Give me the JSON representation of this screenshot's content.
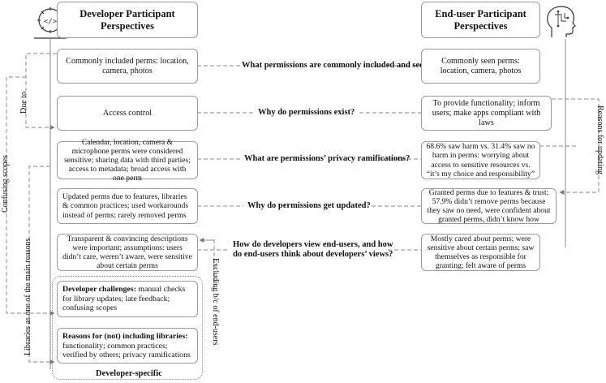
{
  "headers": {
    "developer": "Developer Participant Perspectives",
    "enduser": "End-user Participant Perspectives"
  },
  "rows": [
    {
      "dev": "Commonly included perms: location, camera, photos",
      "question": "What permissions are commonly included and seen?",
      "end": "Commonly seen perms: location, camera, photos"
    },
    {
      "dev": "Access control",
      "question": "Why do permissions exist?",
      "end": "To provide functionality; inform users; make apps compliant with laws"
    },
    {
      "dev": "Calendar, location, camera & microphone perms were considered sensitive; sharing data with third parties; access to metadata; broad access with one perm",
      "question": "What are permissions’ privacy ramifications?",
      "end": "68.6% saw harm vs. 31.4% saw no harm in perms: worrying about access to sensitive resources vs. “it’s my choice and responsibility”"
    },
    {
      "dev": "Updated perms due to features, libraries & common practices; used workarounds instead of perms; rarely removed perms",
      "question": "Why do permissions get updated?",
      "end": "Granted perms due to features & trust; 57.9% didn’t remove perms because they saw no need, were confident about granted perms, didn’t know how"
    },
    {
      "dev": "Transparent & convincing descriptions were important; assumptions: users didn’t care, weren’t aware, were sensitive about certain perms",
      "question_line1": "How do developers view end-users, and how",
      "question_line2": "do end-users think about developers’ views?",
      "end": "Mostly cared about perms; were sensitive about certain perms; saw themselves as responsible for granting; felt aware of perms"
    }
  ],
  "developer_specific": {
    "label": "Developer-specific",
    "challenges_title": "Developer challenges:",
    "challenges_text": " manual checks for library updates; late feedback; confusing scopes",
    "libraries_title": "Reasons for (not) including libraries:",
    "libraries_text": " functionality; common practices; verified by others; privacy ramifications"
  },
  "side_labels": {
    "due_to": "Due to",
    "confusing_scopes": "Confusing scopes",
    "libraries_main": "Libraries as one of the main reasons",
    "excluding": "Excluding b/c of end-users",
    "reasons_updating": "Reasons for updating"
  },
  "icons": [
    "developer-code-gear-icon",
    "end-user-head-icon"
  ]
}
